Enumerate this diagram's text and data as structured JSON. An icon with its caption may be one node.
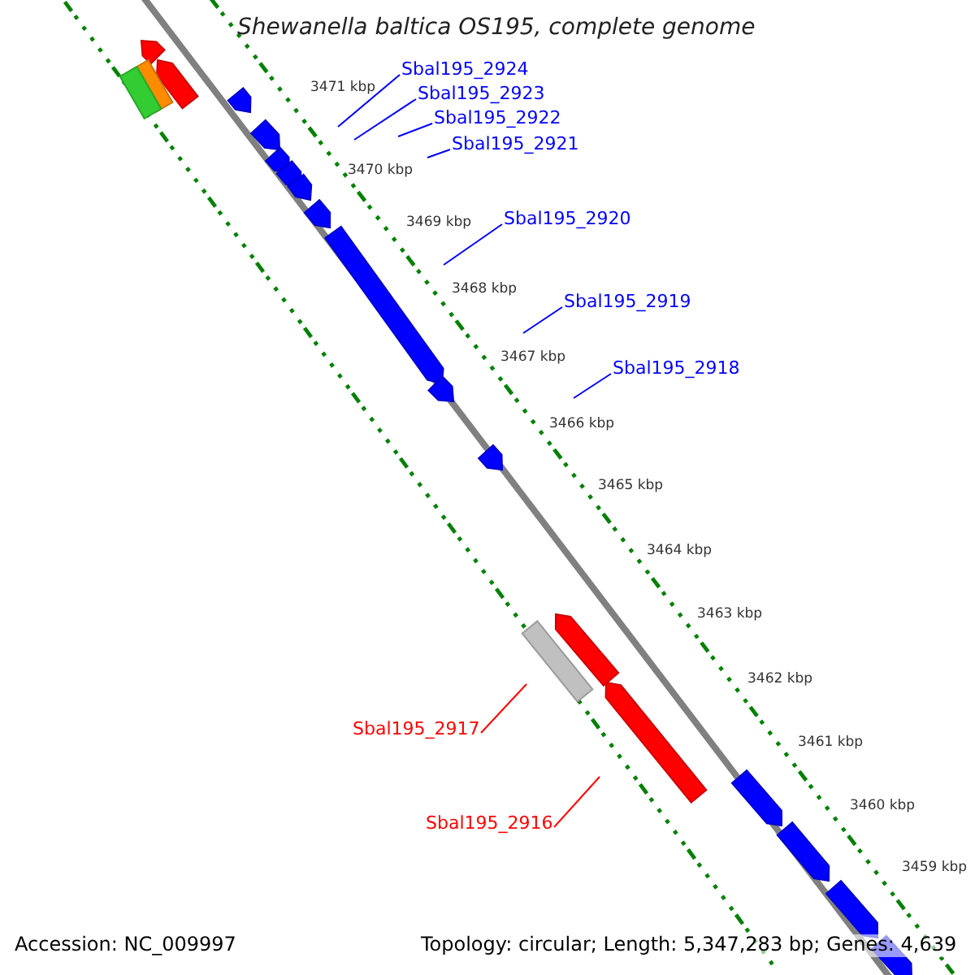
{
  "diagram": {
    "title": "Shewanella baltica OS195, complete genome",
    "nodes": [
      {
        "text": [
          "Sbal195_2924"
        ]
      },
      {
        "text": [
          "Sbal195_2923"
        ]
      },
      {
        "text": [
          "Sbal195_2922"
        ]
      },
      {
        "text": [
          "Sbal195_2921"
        ]
      },
      {
        "text": [
          "Sbal195_2920"
        ]
      },
      {
        "text": [
          "Sbal195_2919"
        ]
      },
      {
        "text": [
          "Sbal195_2918"
        ]
      },
      {
        "text": [
          "Sbal195_2917"
        ]
      },
      {
        "text": [
          "Sbal195_2916"
        ]
      }
    ],
    "edges": [
      {
        "from": 0,
        "to": null,
        "arrow": "none"
      },
      {
        "from": 1,
        "to": null,
        "arrow": "none"
      },
      {
        "from": 2,
        "to": null,
        "arrow": "none"
      },
      {
        "from": 3,
        "to": null,
        "arrow": "none"
      },
      {
        "from": 4,
        "to": null,
        "arrow": "none"
      },
      {
        "from": 5,
        "to": null,
        "arrow": "none"
      },
      {
        "from": 6,
        "to": null,
        "arrow": "none"
      },
      {
        "from": 7,
        "to": null,
        "arrow": "none",
        "color": "#ff0000"
      },
      {
        "from": 8,
        "to": null,
        "arrow": "none",
        "color": "#ff0000"
      }
    ],
    "labels": [
      "3471 kbp",
      "3470 kbp",
      "3469 kbp",
      "3468 kbp",
      "3467 kbp",
      "3466 kbp",
      "3465 kbp",
      "3464 kbp",
      "3463 kbp",
      "3462 kbp",
      "3461 kbp",
      "3460 kbp",
      "3459 kbp",
      "Accession: NC_009997",
      "Topology: circular; Length: 5,347,283 bp; Genes: 4,639"
    ]
  }
}
